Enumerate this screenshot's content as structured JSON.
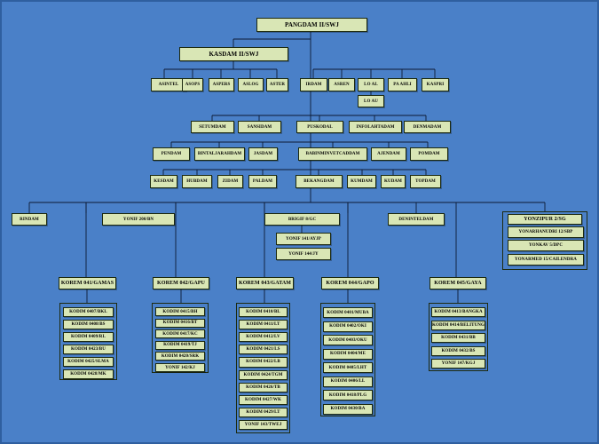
{
  "chart_data": {
    "type": "org-chart",
    "head": "PANGDAM II/SWJ",
    "deputy": "KASDAM II/SWJ",
    "staff_row": [
      "ASINTEL",
      "ASOPS",
      "ASPERS",
      "ASLOG",
      "ASTER"
    ],
    "inspectorate_row": [
      "IRDAM",
      "ASREN",
      "LO AL",
      "PA AHLI",
      "KASPRI"
    ],
    "lo_au": "LO AU",
    "row3": [
      "SETUMDAM",
      "SANSIDAM",
      "PUSKODAL",
      "INFOLAHTADAM",
      "DENMADAM"
    ],
    "row4": [
      "PENDAM",
      "BINTALJARAHDAM",
      "JASDAM",
      "BABINMINVETCADDAM",
      "AJENDAM",
      "POMDAM"
    ],
    "row5": [
      "KESDAM",
      "HUBDAM",
      "ZIDAM",
      "PALDAM",
      "BEKANGDAM",
      "KUMDAM",
      "KUDAM",
      "TOPDAM"
    ],
    "rindam": "RINDAM",
    "yonif200": "YONIF 200/BN",
    "brigif": {
      "name": "BRIGIF 8/GC",
      "units": [
        "YONIF 141/AYJP",
        "YONIF 144/JY"
      ]
    },
    "deninteldam": "DENINTELDAM",
    "yonzipur": {
      "name": "YONZIPUR 2/SG",
      "units": [
        "YONARHANUDRI 12/SBP",
        "YONKAV 5/DPC",
        "YONARMED 15/CAILENDRA"
      ]
    },
    "korems": [
      {
        "name": "KOREM 041/GAMAS",
        "units": [
          "KODIM 0407/BKL",
          "KODIM 0408/BS",
          "KODIM 0409/RL",
          "KODIM 0423/BU",
          "KODIM 0425/SLMA",
          "KODIM 0428/MK"
        ]
      },
      {
        "name": "KOREM 042/GAPU",
        "units": [
          "KODIM 0415/BH",
          "KODIM 0416/BT",
          "KODIM 0417/KC",
          "KODIM 0419/TJ",
          "KODIM 0420/SRK",
          "YONIF 142/KJ"
        ]
      },
      {
        "name": "KOREM 043/GATAM",
        "units": [
          "KODIM 0410/BL",
          "KODIM 0411/LT",
          "KODIM 0412/LV",
          "KODIM 0421/LS",
          "KODIM 0422/LB",
          "KODIM 0424/TGM",
          "KODIM 0426/TB",
          "KODIM 0427/WK",
          "KODIM 0429/LT",
          "YONIF 143/TWEJ"
        ]
      },
      {
        "name": "KOREM 044/GAPO",
        "units": [
          "KODIM 0401/MUBA",
          "KODIM 0402/OKI",
          "KODIM 0403/OKU",
          "KODIM 0404/ME",
          "KODIM 0405/LHT",
          "KODIM 0406/LL",
          "KODIM 0418/PLG",
          "KODIM 0430/BA"
        ]
      },
      {
        "name": "KOREM 045/GAYA",
        "units": [
          "KODIM 0413/BANGKA",
          "KODIM 0414/BELITUNG",
          "KODIM 0431/BB",
          "KODIM 0432/BS",
          "YONIF 147/KGJ"
        ]
      }
    ]
  }
}
